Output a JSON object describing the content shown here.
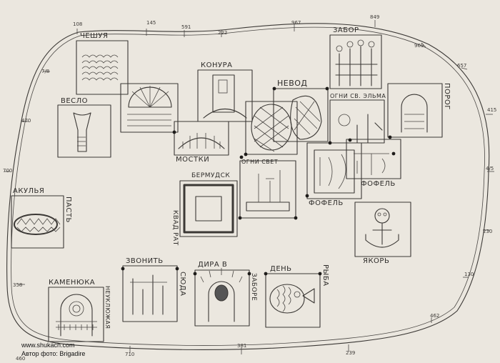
{
  "labels": {
    "cheshuya": "ЧЕШУЯ",
    "veslo": "ВЕСЛО",
    "konura": "КОНУРА",
    "nevod": "НЕВОД",
    "zabor": "ЗАБОР",
    "ogni": "ОГНИ СВ. ЭЛЬМА",
    "porog": "ПОРОГ",
    "mostki": "МОСТКИ",
    "bermudsk": "БЕРМУДСК",
    "kvadrat": "КВАД РАТ",
    "ogni_svet": "ОГНИ СВЕТ",
    "fofel_1": "ФОФЕЛЬ",
    "fofel_2": "ФОФЕЛЬ",
    "akulya": "АКУЛЬЯ",
    "past": "ПАСТЬ",
    "yakor": "ЯКОРЬ",
    "zvonit": "ЗВОНИТЬ",
    "syuda": "СЮДА",
    "dyra": "ДИРА В",
    "zabore": "ЗАБОРЕ",
    "den": "ДЕНЬ",
    "ryba": "РЫБА",
    "kamenyuka": "КАМЕНЮКА",
    "neuklyuzhaya": "НЕУКЛЮЖАЯ"
  },
  "border_numbers": {
    "n1": "108",
    "n2": "145",
    "n3": "591",
    "n4": "222",
    "n5": "967",
    "n6": "849",
    "n7": "969",
    "n8": "657",
    "n9": "415",
    "n10": "4/5",
    "n11": "230",
    "n12": "130",
    "n13": "462",
    "n14": "239",
    "n15": "381",
    "n16": "710",
    "n17": "460",
    "n18": "358",
    "n19": "700",
    "n20": "470",
    "n21": "7/8"
  },
  "credits": {
    "site": "www.shukach.com",
    "author": "Автор фото: Brigadire"
  }
}
